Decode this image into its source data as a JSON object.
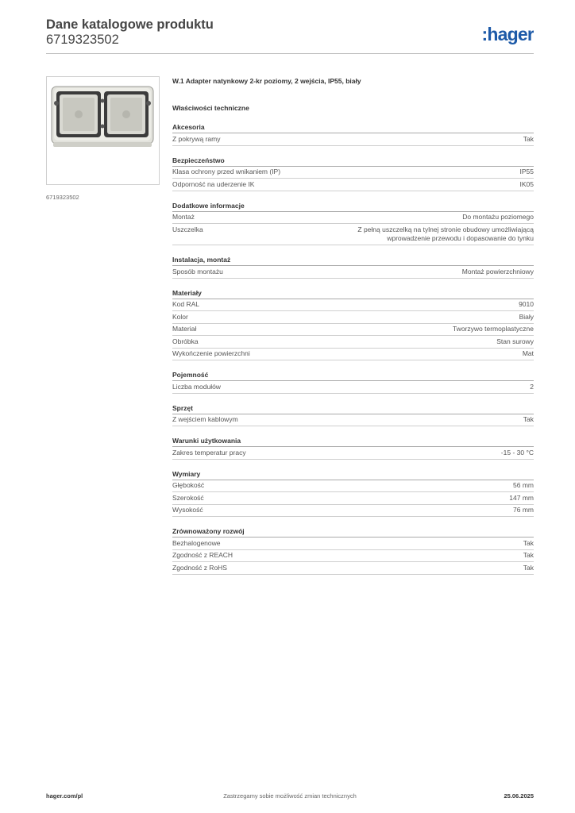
{
  "header": {
    "title": "Dane katalogowe produktu",
    "product_code": "6719323502",
    "brand": ":hager",
    "brand_color": "#1d5aa8"
  },
  "image_caption": "6719323502",
  "product_name": "W.1 Adapter natynkowy 2-kr poziomy, 2 wejścia, IP55, biały",
  "properties_title": "Właściwości techniczne",
  "sections": [
    {
      "title": "Akcesoria",
      "rows": [
        {
          "label": "Z pokrywą ramy",
          "value": "Tak"
        }
      ]
    },
    {
      "title": "Bezpieczeństwo",
      "rows": [
        {
          "label": "Klasa ochrony przed wnikaniem (IP)",
          "value": "IP55"
        },
        {
          "label": "Odporność na uderzenie IK",
          "value": "IK05"
        }
      ]
    },
    {
      "title": "Dodatkowe informacje",
      "rows": [
        {
          "label": "Montaż",
          "value": "Do montażu poziomego"
        },
        {
          "label": "Uszczelka",
          "value": "Z pełną uszczelką na tylnej stronie obudowy umożliwiającą wprowadzenie przewodu i dopasowanie do tynku"
        }
      ]
    },
    {
      "title": "Instalacja, montaż",
      "rows": [
        {
          "label": "Sposób montażu",
          "value": "Montaż powierzchniowy"
        }
      ]
    },
    {
      "title": "Materiały",
      "rows": [
        {
          "label": "Kod RAL",
          "value": "9010"
        },
        {
          "label": "Kolor",
          "value": "Biały"
        },
        {
          "label": "Materiał",
          "value": "Tworzywo termoplastyczne"
        },
        {
          "label": "Obróbka",
          "value": "Stan surowy"
        },
        {
          "label": "Wykończenie powierzchni",
          "value": "Mat"
        }
      ]
    },
    {
      "title": "Pojemność",
      "rows": [
        {
          "label": "Liczba modułów",
          "value": "2"
        }
      ]
    },
    {
      "title": "Sprzęt",
      "rows": [
        {
          "label": "Z wejściem kablowym",
          "value": "Tak"
        }
      ]
    },
    {
      "title": "Warunki użytkowania",
      "rows": [
        {
          "label": "Zakres temperatur pracy",
          "value": "-15 - 30 °C"
        }
      ]
    },
    {
      "title": "Wymiary",
      "rows": [
        {
          "label": "Głębokość",
          "value": "56 mm"
        },
        {
          "label": "Szerokość",
          "value": "147 mm"
        },
        {
          "label": "Wysokość",
          "value": "76 mm"
        }
      ]
    },
    {
      "title": "Zrównoważony rozwój",
      "rows": [
        {
          "label": "Bezhalogenowe",
          "value": "Tak"
        },
        {
          "label": "Zgodność z REACH",
          "value": "Tak"
        },
        {
          "label": "Zgodność z RoHS",
          "value": "Tak"
        }
      ]
    }
  ],
  "footer": {
    "website": "hager.com/pl",
    "disclaimer": "Zastrzegamy sobie możliwość zmian technicznych",
    "date": "25.06.2025"
  }
}
